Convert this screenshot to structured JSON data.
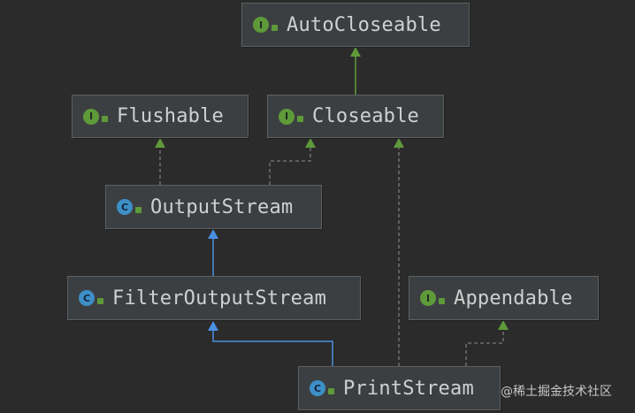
{
  "nodes": {
    "autocloseable": {
      "label": "AutoCloseable",
      "kind": "interface",
      "badge": "I"
    },
    "flushable": {
      "label": "Flushable",
      "kind": "interface",
      "badge": "I"
    },
    "closeable": {
      "label": "Closeable",
      "kind": "interface",
      "badge": "I"
    },
    "outputstream": {
      "label": "OutputStream",
      "kind": "class",
      "badge": "C"
    },
    "filteroutputstream": {
      "label": "FilterOutputStream",
      "kind": "class",
      "badge": "C"
    },
    "appendable": {
      "label": "Appendable",
      "kind": "interface",
      "badge": "I"
    },
    "printstream": {
      "label": "PrintStream",
      "kind": "class",
      "badge": "C"
    }
  },
  "edges": [
    {
      "from": "closeable",
      "to": "autocloseable",
      "type": "extends-interface",
      "color": "#5f9a3a"
    },
    {
      "from": "outputstream",
      "to": "flushable",
      "type": "implements",
      "color": "#5f9a3a"
    },
    {
      "from": "outputstream",
      "to": "closeable",
      "type": "implements",
      "color": "#5f9a3a"
    },
    {
      "from": "filteroutputstream",
      "to": "outputstream",
      "type": "extends",
      "color": "#4a8fe0"
    },
    {
      "from": "printstream",
      "to": "filteroutputstream",
      "type": "extends",
      "color": "#4a8fe0"
    },
    {
      "from": "printstream",
      "to": "closeable",
      "type": "implements",
      "color": "#5f9a3a"
    },
    {
      "from": "printstream",
      "to": "appendable",
      "type": "implements",
      "color": "#5f9a3a"
    }
  ],
  "watermark": "@稀土掘金技术社区"
}
